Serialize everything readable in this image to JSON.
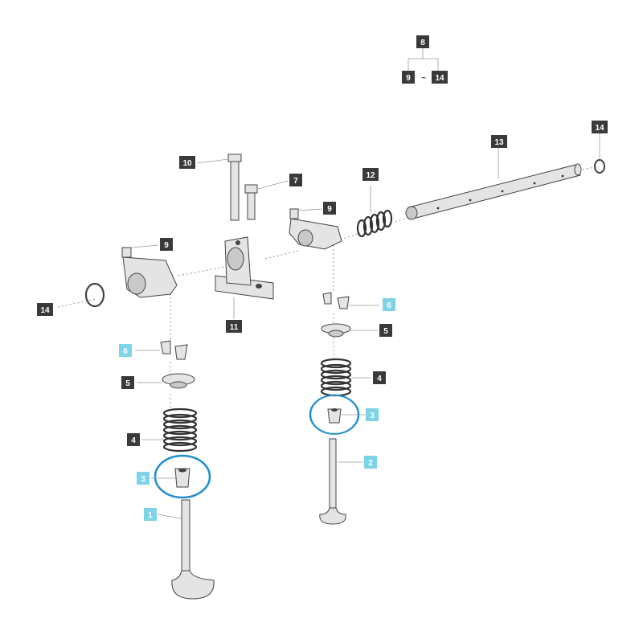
{
  "colors": {
    "label_dark": "#3a3a3a",
    "label_cyan": "#7fd3e6",
    "highlight": "#1e8fd0"
  },
  "header_group": {
    "parent": "8",
    "from": "9",
    "to": "14",
    "separator": "~"
  },
  "labels": {
    "p1": "1",
    "p2": "2",
    "p3a": "3",
    "p3b": "3",
    "p4a": "4",
    "p4b": "4",
    "p5a": "5",
    "p5b": "5",
    "p6a": "6",
    "p6b": "6",
    "p7": "7",
    "p9a": "9",
    "p9b": "9",
    "p10": "10",
    "p11": "11",
    "p12": "12",
    "p13": "13",
    "p14a": "14",
    "p14b": "14"
  },
  "highlighted_parts": [
    "3"
  ]
}
